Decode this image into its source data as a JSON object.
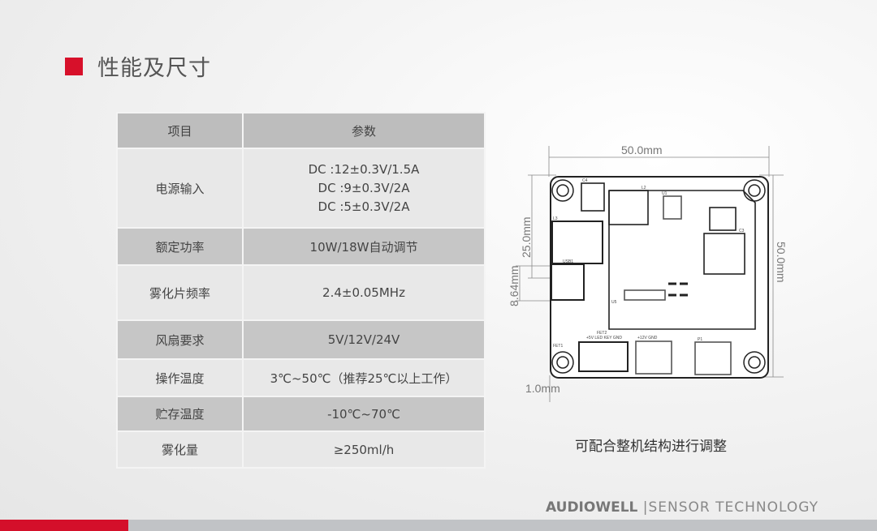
{
  "slide": {
    "title": "性能及尺寸",
    "accent_color": "#d7102a"
  },
  "table": {
    "headers": [
      "项目",
      "参数"
    ],
    "rows": [
      {
        "item": "电源输入",
        "values": [
          "DC :12±0.3V/1.5A",
          "DC :9±0.3V/2A",
          "DC :5±0.3V/2A"
        ]
      },
      {
        "item": "额定功率",
        "values": [
          "10W/18W自动调节"
        ]
      },
      {
        "item": "雾化片频率",
        "values": [
          "2.4±0.05MHz"
        ]
      },
      {
        "item": "风扇要求",
        "values": [
          "5V/12V/24V"
        ]
      },
      {
        "item": "操作温度",
        "values": [
          "3℃~50℃（推荐25℃以上工作）"
        ]
      },
      {
        "item": "贮存温度",
        "values": [
          "-10℃~70℃"
        ]
      },
      {
        "item": "雾化量",
        "values": [
          "≥250ml/h"
        ]
      }
    ]
  },
  "drawing": {
    "width_label": "50.0mm",
    "height_label": "50.0mm",
    "offset_label": "25.0mm",
    "connector_label": "8.64mm",
    "edge_label": "1.0mm",
    "silkscreen": {
      "c4": "C4",
      "l2": "L2",
      "l3": "L3",
      "usb": "USB1",
      "u1": "U1",
      "u5": "U5",
      "c3": "C3",
      "p1": "P1",
      "fet1": "FET1",
      "fet2": "FET2",
      "conn_labels": "+5V LED KEY GND",
      "fan_labels": "+12V GND"
    }
  },
  "caption": "可配合整机结构进行调整",
  "footer": {
    "brand": "AUDIOWELL",
    "separator": "|",
    "tagline": "SENSOR TECHNOLOGY",
    "bar_red": "#d40f2a",
    "bar_grey": "#c1c3c6"
  }
}
